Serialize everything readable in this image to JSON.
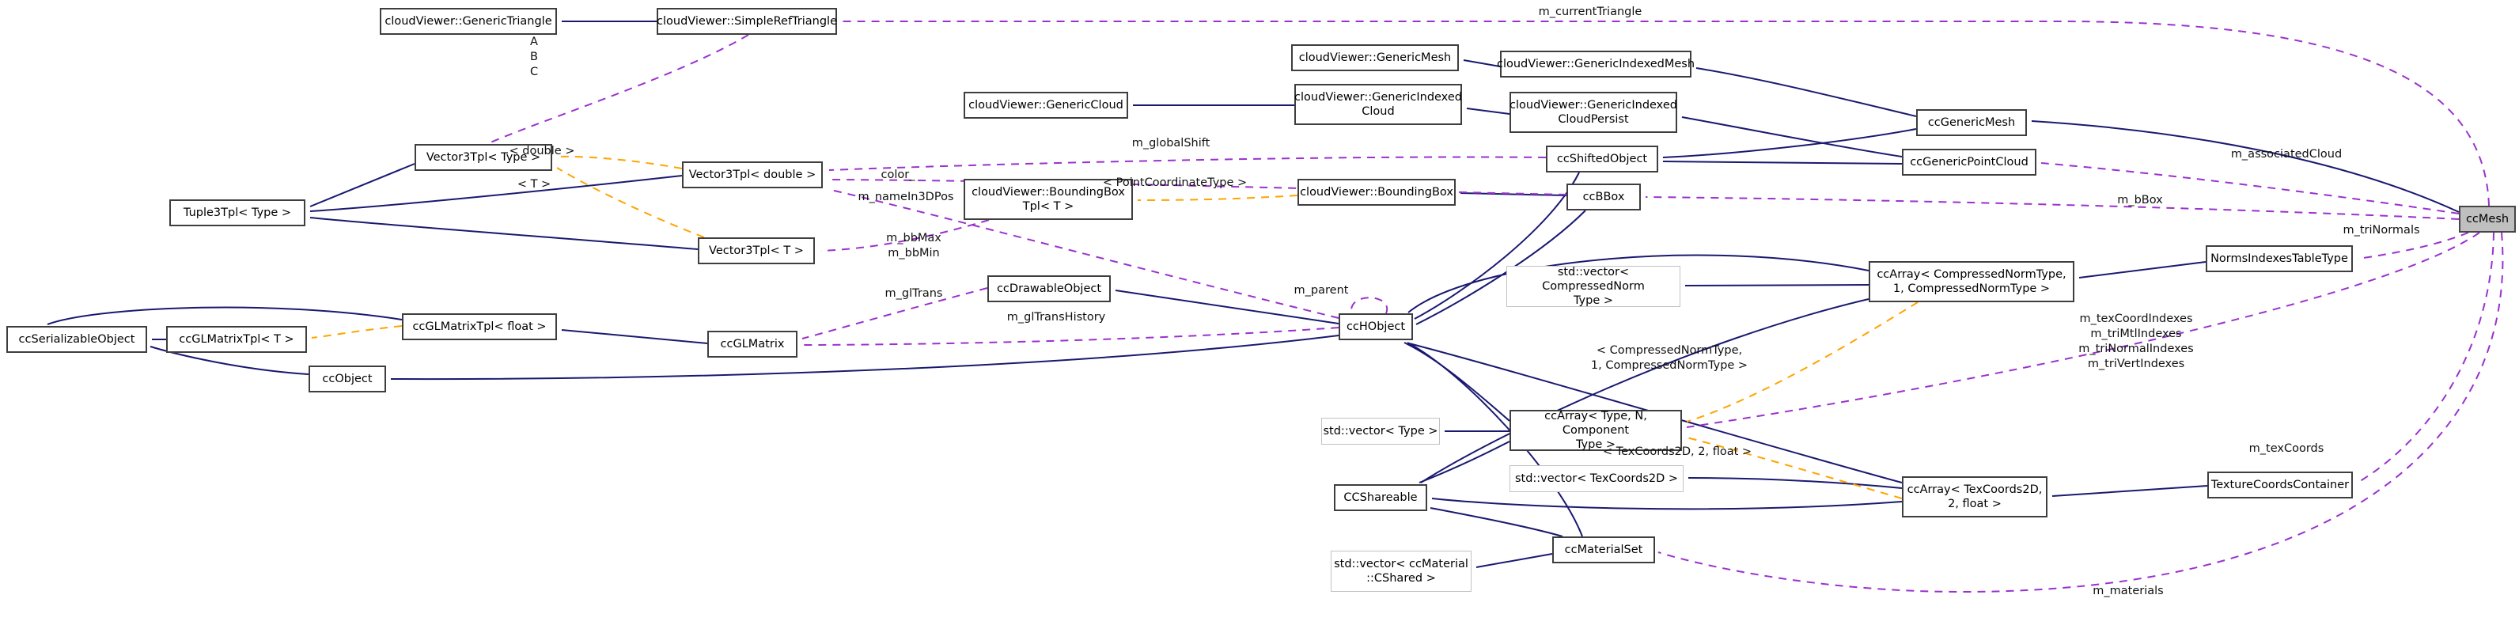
{
  "diagram": {
    "target_class": "ccMesh",
    "colors": {
      "inheritance_edge": "#191970",
      "usage_edge": "#9a32cd",
      "template_edge": "#ffa400",
      "target_fill": "#bfbfbf",
      "node_background": "#ffffff",
      "node_border": "#3e3e3e",
      "external_node_border": "#c2c2c2"
    },
    "nodes": [
      {
        "id": "generic-triangle",
        "label": "cloudViewer::GenericTriangle",
        "kind": "class"
      },
      {
        "id": "simple-ref-triangle",
        "label": "cloudViewer::SimpleRefTriangle",
        "kind": "class"
      },
      {
        "id": "generic-mesh",
        "label": "cloudViewer::GenericMesh",
        "kind": "class"
      },
      {
        "id": "generic-indexed-mesh",
        "label": "cloudViewer::GenericIndexedMesh",
        "kind": "class"
      },
      {
        "id": "generic-cloud",
        "label": "cloudViewer::GenericCloud",
        "kind": "class"
      },
      {
        "id": "generic-indexed-cloud",
        "label": "cloudViewer::GenericIndexed\nCloud",
        "kind": "class"
      },
      {
        "id": "generic-indexed-cloud-persist",
        "label": "cloudViewer::GenericIndexed\nCloudPersist",
        "kind": "class"
      },
      {
        "id": "cc-generic-mesh",
        "label": "ccGenericMesh",
        "kind": "class"
      },
      {
        "id": "cc-shifted-object",
        "label": "ccShiftedObject",
        "kind": "class"
      },
      {
        "id": "cc-generic-point-cloud",
        "label": "ccGenericPointCloud",
        "kind": "class"
      },
      {
        "id": "vector3tpl-type",
        "label": "Vector3Tpl< Type >",
        "kind": "class"
      },
      {
        "id": "vector3tpl-double",
        "label": "Vector3Tpl< double >",
        "kind": "class"
      },
      {
        "id": "tuple3tpl-type",
        "label": "Tuple3Tpl< Type >",
        "kind": "class"
      },
      {
        "id": "vector3tpl-t",
        "label": "Vector3Tpl< T >",
        "kind": "class"
      },
      {
        "id": "bounding-box-tpl",
        "label": "cloudViewer::BoundingBox\nTpl< T >",
        "kind": "class"
      },
      {
        "id": "bounding-box",
        "label": "cloudViewer::BoundingBox",
        "kind": "class"
      },
      {
        "id": "cc-bbox",
        "label": "ccBBox",
        "kind": "class"
      },
      {
        "id": "cc-drawable-object",
        "label": "ccDrawableObject",
        "kind": "class"
      },
      {
        "id": "cc-hobject",
        "label": "ccHObject",
        "kind": "class"
      },
      {
        "id": "std-vector-compressed-norm",
        "label": "std::vector< CompressedNorm\nType >",
        "kind": "external"
      },
      {
        "id": "cc-array-compressed",
        "label": "ccArray< CompressedNormType,\n1, CompressedNormType >",
        "kind": "class"
      },
      {
        "id": "norms-indexes-table-type",
        "label": "NormsIndexesTableType",
        "kind": "class"
      },
      {
        "id": "cc-serializable-object",
        "label": "ccSerializableObject",
        "kind": "class"
      },
      {
        "id": "cc-glmatrix-tpl-t",
        "label": "ccGLMatrixTpl< T >",
        "kind": "class"
      },
      {
        "id": "cc-glmatrix-tpl-float",
        "label": "ccGLMatrixTpl< float >",
        "kind": "class"
      },
      {
        "id": "cc-glmatrix",
        "label": "ccGLMatrix",
        "kind": "class"
      },
      {
        "id": "cc-object",
        "label": "ccObject",
        "kind": "class"
      },
      {
        "id": "std-vector-type",
        "label": "std::vector< Type >",
        "kind": "external"
      },
      {
        "id": "cc-array-type",
        "label": "ccArray< Type, N, Component\nType >",
        "kind": "class"
      },
      {
        "id": "cc-shareable",
        "label": "CCShareable",
        "kind": "class"
      },
      {
        "id": "std-vector-texcoords",
        "label": "std::vector< TexCoords2D >",
        "kind": "external"
      },
      {
        "id": "cc-array-texcoords",
        "label": "ccArray< TexCoords2D,\n2, float >",
        "kind": "class"
      },
      {
        "id": "texture-coords-container",
        "label": "TextureCoordsContainer",
        "kind": "class"
      },
      {
        "id": "std-vector-ccmaterial",
        "label": "std::vector< ccMaterial\n::CShared >",
        "kind": "external"
      },
      {
        "id": "cc-material-set",
        "label": "ccMaterialSet",
        "kind": "class"
      },
      {
        "id": "cc-mesh",
        "label": "ccMesh",
        "kind": "target"
      }
    ],
    "edge_labels": [
      {
        "id": "m-current-triangle",
        "text": "m_currentTriangle"
      },
      {
        "id": "abc",
        "text": "A\nB\nC"
      },
      {
        "id": "m-global-shift",
        "text": "m_globalShift"
      },
      {
        "id": "m-associated-cloud",
        "text": "m_associatedCloud"
      },
      {
        "id": "color",
        "text": "color_"
      },
      {
        "id": "m-name-in-3d-pos",
        "text": "m_nameIn3DPos"
      },
      {
        "id": "m-bbmax-bbmin",
        "text": "m_bbMax\nm_bbMin"
      },
      {
        "id": "tpl-double",
        "text": "< double >"
      },
      {
        "id": "tpl-t",
        "text": "< T >"
      },
      {
        "id": "tpl-point-coordinate-type",
        "text": "< PointCoordinateType >"
      },
      {
        "id": "m-bbox",
        "text": "m_bBox"
      },
      {
        "id": "m-parent",
        "text": "m_parent"
      },
      {
        "id": "m-gltrans",
        "text": "m_glTrans"
      },
      {
        "id": "m-gltrans-history",
        "text": "m_glTransHistory"
      },
      {
        "id": "m-tri-normals",
        "text": "m_triNormals"
      },
      {
        "id": "index-members",
        "text": "m_texCoordIndexes\nm_triMtlIndexes\nm_triNormalIndexes\nm_triVertIndexes"
      },
      {
        "id": "tpl-compressed-norm",
        "text": "< CompressedNormType,\n1, CompressedNormType >"
      },
      {
        "id": "tpl-texcoords",
        "text": "< TexCoords2D, 2, float >"
      },
      {
        "id": "m-texcoords",
        "text": "m_texCoords"
      },
      {
        "id": "m-materials",
        "text": "m_materials"
      }
    ]
  }
}
